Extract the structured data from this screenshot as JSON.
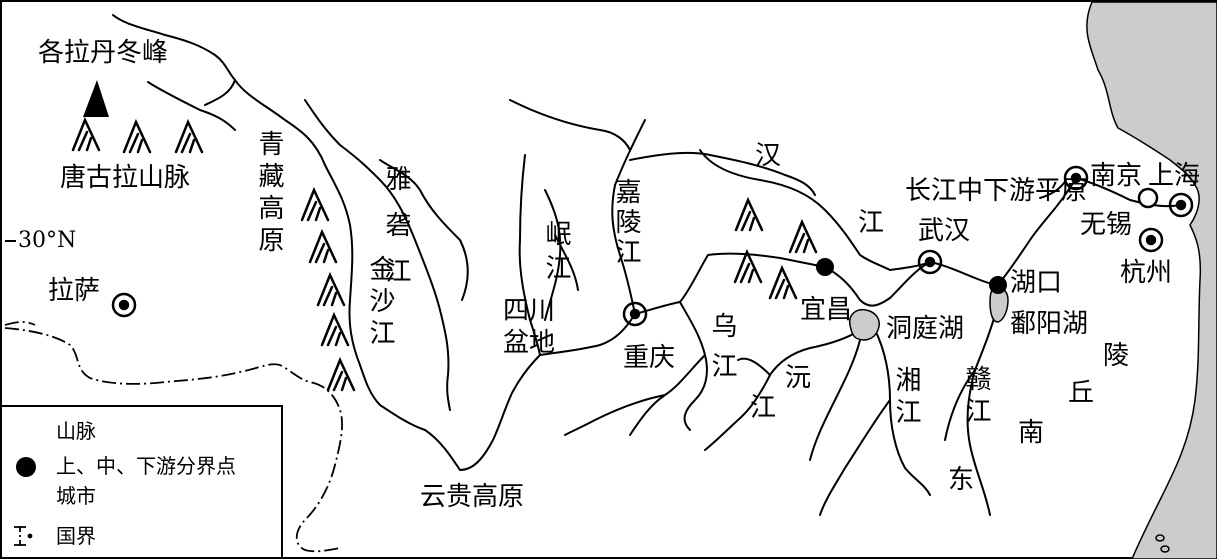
{
  "colors": {
    "sea": "#cccccc",
    "lake": "#cccccc",
    "line": "#000000"
  },
  "labels": {
    "geladandong": "各拉丹冬峰",
    "tanggula": "唐古拉山脉",
    "qingzang": "青藏高原",
    "lat": "30°N",
    "lhasa": "拉萨",
    "jinsha": "金沙江",
    "yalong": "雅砻江",
    "minjiang": "岷江",
    "sichuan": "四川盆地",
    "jialing": "嘉陵江",
    "chongqing": "重庆",
    "wujiang": "乌江",
    "han1": "汉",
    "han2": "江",
    "yichang": "宜昌",
    "yuanjiang": "沅江",
    "dongting": "洞庭湖",
    "xiangjiang": "湘江",
    "wuhan": "武汉",
    "plain": "长江中下游平原",
    "hukou": "湖口",
    "poyang": "鄱阳湖",
    "ganjiang": "赣江",
    "nanjing": "南京",
    "shanghai": "上海",
    "wuxi": "无锡",
    "hangzhou": "杭州",
    "yungui": "云贵高原",
    "sehills1": "东",
    "sehills2": "南",
    "sehills3": "丘",
    "sehills4": "陵"
  },
  "legend": {
    "mountain": "山脉",
    "divider": "上、中、下游分界点",
    "city": "城市",
    "border": "国界"
  },
  "icons": {
    "mountain": "mountain-icon",
    "divider": "black-dot-icon",
    "city": "city-ring-icon",
    "border": "border-line-icon",
    "peak": "peak-triangle-icon"
  }
}
